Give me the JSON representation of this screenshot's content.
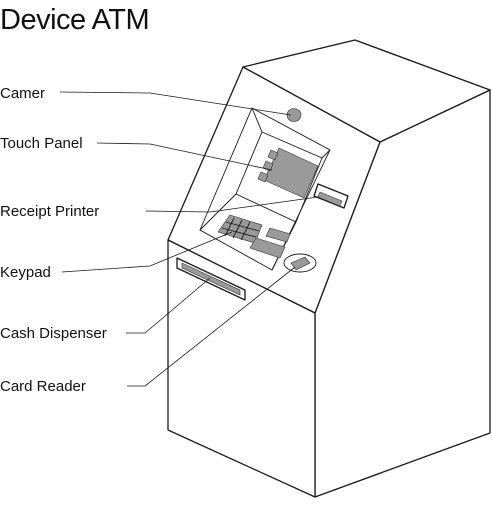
{
  "title": "Device ATM",
  "labels": {
    "camera": "Camer",
    "touch_panel": "Touch Panel",
    "receipt_printer": "Receipt Printer",
    "keypad": "Keypad",
    "cash_dispenser": "Cash Dispenser",
    "card_reader": "Card Reader"
  }
}
